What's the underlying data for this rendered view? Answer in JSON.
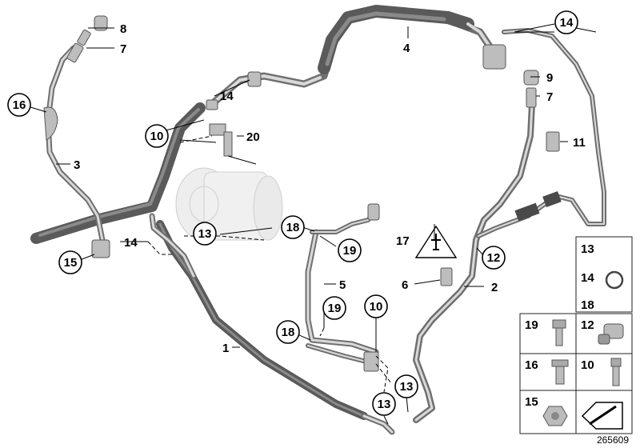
{
  "callouts": {
    "c1": "1",
    "c2": "2",
    "c3": "3",
    "c4": "4",
    "c5": "5",
    "c6": "6",
    "c7a": "7",
    "c7b": "7",
    "c8": "8",
    "c9": "9",
    "c10a": "10",
    "c10b": "10",
    "c11": "11",
    "c12": "12",
    "c13a": "13",
    "c13b": "13",
    "c13c": "13",
    "c14a": "14",
    "c14b": "14",
    "c14c": "14",
    "c15": "15",
    "c16": "16",
    "c17": "17",
    "c18a": "18",
    "c18b": "18",
    "c19a": "19",
    "c19b": "19",
    "c20": "20"
  },
  "legend": {
    "l13": "13",
    "l14": "14",
    "l18": "18",
    "l19": "19",
    "l12": "12",
    "l16": "16",
    "l10": "10",
    "l15": "15"
  },
  "diagram_id": "265609"
}
